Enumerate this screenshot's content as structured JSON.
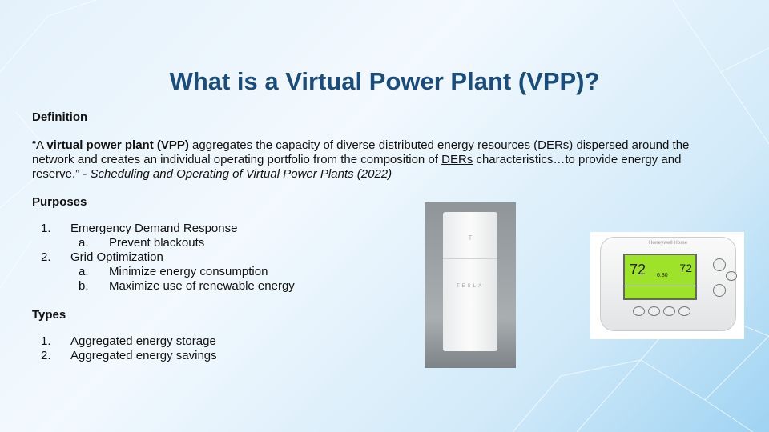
{
  "title": "What is a Virtual Power Plant (VPP)?",
  "definition": {
    "heading": "Definition",
    "quote_open": "“A ",
    "bold": "virtual power plant (VPP)",
    "part1": " aggregates the capacity of diverse ",
    "link1": "distributed energy resources",
    "part2": " (DERs) dispersed around the",
    "part3": "network and creates an individual operating portfolio from the composition of ",
    "link2": "DERs",
    "part4": " characteristics…to provide energy and",
    "part5": "reserve.” - ",
    "citation": "Scheduling and Operating of Virtual Power Plants (2022)"
  },
  "purposes": {
    "heading": "Purposes",
    "items": [
      {
        "num": "1.",
        "label": "Emergency Demand Response",
        "sub": [
          {
            "num": "a.",
            "label": "Prevent blackouts"
          }
        ]
      },
      {
        "num": "2.",
        "label": "Grid Optimization",
        "sub": [
          {
            "num": "a.",
            "label": "Minimize energy consumption"
          },
          {
            "num": "b.",
            "label": "Maximize use of renewable energy"
          }
        ]
      }
    ]
  },
  "types": {
    "heading": "Types",
    "items": [
      {
        "num": "1.",
        "label": "Aggregated energy storage"
      },
      {
        "num": "2.",
        "label": "Aggregated energy savings"
      }
    ]
  },
  "images": {
    "tesla_logo": "T",
    "tesla_word": "TESLA",
    "thermostat_brand": "Honeywell Home",
    "indoor": "72",
    "time": "6:30",
    "setting": "72"
  },
  "colors": {
    "title": "#1a4c7c"
  }
}
